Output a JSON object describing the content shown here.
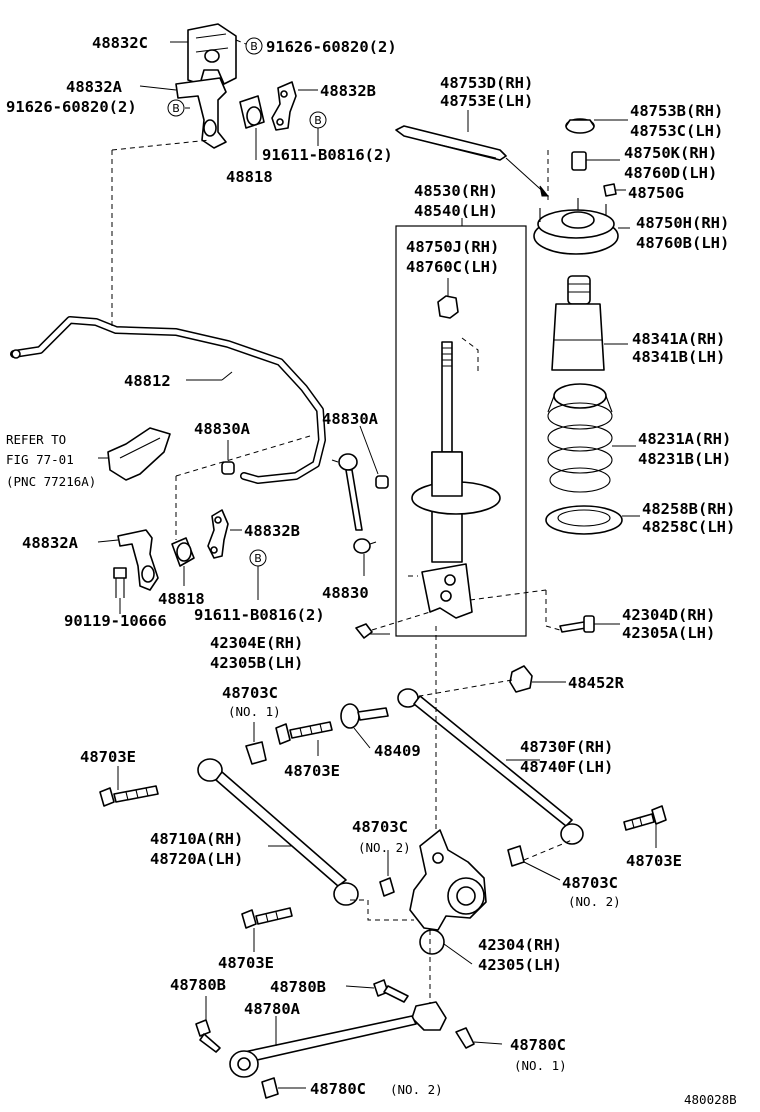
{
  "labels": {
    "p48832c": "48832C",
    "b1": "91626-60820(2)",
    "p48832a_top": "48832A",
    "b2": "91626-60820(2)",
    "p48832b_top": "48832B",
    "p91611_top": "91611-B0816(2)",
    "p48818_top": "48818",
    "p48753d": "48753D(RH)",
    "p48753e": "48753E(LH)",
    "p48753b": "48753B(RH)",
    "p48753c": "48753C(LH)",
    "p48750k": "48750K(RH)",
    "p48760d": "48760D(LH)",
    "p48750g": "48750G",
    "p48530": "48530(RH)",
    "p48540": "48540(LH)",
    "p48750h": "48750H(RH)",
    "p48760b": "48760B(LH)",
    "p48750j": "48750J(RH)",
    "p48760c": "48760C(LH)",
    "p48341a": "48341A(RH)",
    "p48341b": "48341B(LH)",
    "p48812": "48812",
    "p48830a_left": "48830A",
    "p48830a_right": "48830A",
    "refer1": "REFER TO",
    "refer2": "FIG 77-01",
    "refer3": "(PNC 77216A)",
    "p48231a": "48231A(RH)",
    "p48231b": "48231B(LH)",
    "p48258b": "48258B(RH)",
    "p48258c": "48258C(LH)",
    "p48832a_mid": "48832A",
    "p48832b_mid": "48832B",
    "p48818_mid": "48818",
    "p48830": "48830",
    "p90119": "90119-10666",
    "p91611_mid": "91611-B0816(2)",
    "p42304d": "42304D(RH)",
    "p42305a": "42305A(LH)",
    "p42304e": "42304E(RH)",
    "p42305b": "42305B(LH)",
    "p48703c_no1": "48703C",
    "no1_a": "(NO. 1)",
    "p48452r": "48452R",
    "p48703e_a": "48703E",
    "p48409": "48409",
    "p48703e_b": "48703E",
    "p48730f": "48730F(RH)",
    "p48740f": "48740F(LH)",
    "p48710a": "48710A(RH)",
    "p48720a": "48720A(LH)",
    "p48703c_no2": "48703C",
    "no2_a": "(NO. 2)",
    "p48703e_c": "48703E",
    "p48703c_no2b": "48703C",
    "no2_b": "(NO. 2)",
    "p42304": "42304(RH)",
    "p42305": "42305(LH)",
    "p48703e_d": "48703E",
    "p48780b_a": "48780B",
    "p48780b_b": "48780B",
    "p48780a": "48780A",
    "p48780c_no1": "48780C",
    "no1_b": "(NO. 1)",
    "p48780c_no2": "48780C",
    "no2_c": "(NO. 2)",
    "fig_code": "480028B"
  },
  "callouts": {
    "b": "B"
  }
}
